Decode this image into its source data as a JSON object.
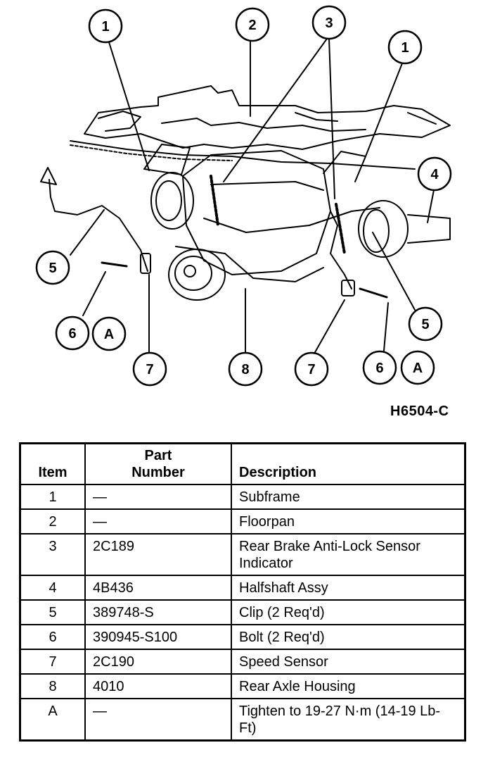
{
  "figure": {
    "code": "H6504-C",
    "callouts": [
      {
        "label": "1"
      },
      {
        "label": "2"
      },
      {
        "label": "3"
      },
      {
        "label": "1"
      },
      {
        "label": "4"
      },
      {
        "label": "5"
      },
      {
        "label": "5"
      },
      {
        "label": "6"
      },
      {
        "label": "A"
      },
      {
        "label": "7"
      },
      {
        "label": "8"
      },
      {
        "label": "7"
      },
      {
        "label": "6"
      },
      {
        "label": "A"
      }
    ]
  },
  "table": {
    "headers": {
      "item": "Item",
      "part_number_line1": "Part",
      "part_number_line2": "Number",
      "description": "Description"
    },
    "rows": [
      {
        "item": "1",
        "part": "—",
        "desc": "Subframe"
      },
      {
        "item": "2",
        "part": "—",
        "desc": "Floorpan"
      },
      {
        "item": "3",
        "part": "2C189",
        "desc": "Rear Brake Anti-Lock Sensor Indicator"
      },
      {
        "item": "4",
        "part": "4B436",
        "desc": "Halfshaft Assy"
      },
      {
        "item": "5",
        "part": "389748-S",
        "desc": "Clip (2 Req'd)"
      },
      {
        "item": "6",
        "part": "390945-S100",
        "desc": "Bolt (2 Req'd)"
      },
      {
        "item": "7",
        "part": "2C190",
        "desc": "Speed Sensor"
      },
      {
        "item": "8",
        "part": "4010",
        "desc": "Rear Axle Housing"
      },
      {
        "item": "A",
        "part": "—",
        "desc": "Tighten to 19-27 N·m (14-19 Lb-Ft)"
      }
    ]
  }
}
